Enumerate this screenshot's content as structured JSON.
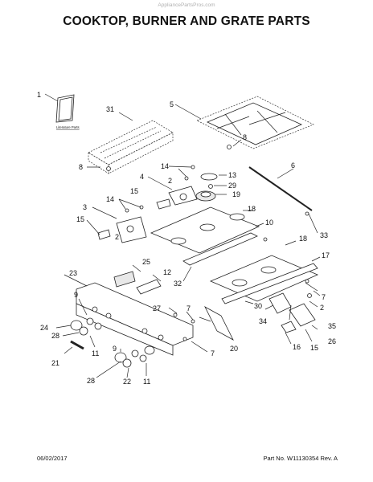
{
  "header": {
    "watermark": "AppliancePartsPros.com",
    "title": "COOKTOP, BURNER AND GRATE PARTS"
  },
  "diagram": {
    "literature_label": "Literature Parts",
    "callouts": {
      "c1": "1",
      "c31": "31",
      "c5": "5",
      "c8a": "8",
      "c8b": "8",
      "c14a": "14",
      "c4": "4",
      "c13": "13",
      "c29": "29",
      "c19": "19",
      "c6": "6",
      "c15a": "15",
      "c2a": "2",
      "c14b": "14",
      "c3": "3",
      "c18a": "18",
      "c10": "10",
      "c15b": "15",
      "c2b": "2",
      "c33": "33",
      "c18b": "18",
      "c25": "25",
      "c17": "17",
      "c23": "23",
      "c12": "12",
      "c32": "32",
      "c7a": "7",
      "c9a": "9",
      "c27": "27",
      "c7b": "7",
      "c30": "30",
      "c2c": "2",
      "c24": "24",
      "c28a": "28",
      "c34": "34",
      "c35": "35",
      "c11a": "11",
      "c20": "20",
      "c7c": "7",
      "c26": "26",
      "c9b": "9",
      "c16": "16",
      "c15c": "15",
      "c21": "21",
      "c28b": "28",
      "c22": "22",
      "c11b": "11"
    }
  },
  "footer": {
    "date": "06/02/2017",
    "part_no": "Part No. W11130354  Rev. A"
  }
}
